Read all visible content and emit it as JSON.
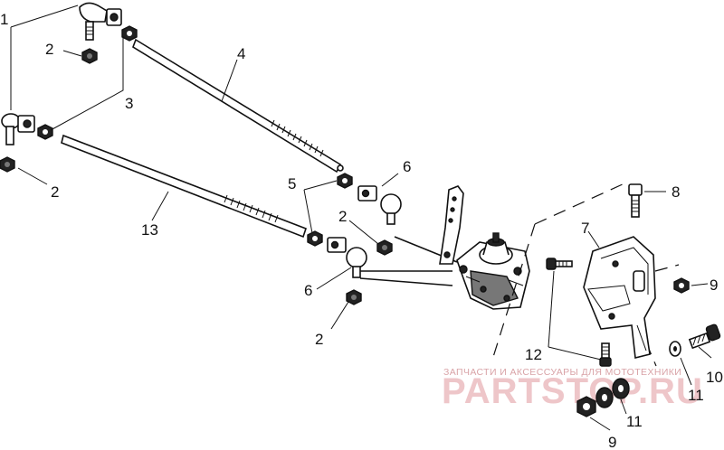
{
  "callouts": {
    "c1": "1",
    "c2a": "2",
    "c2b": "2",
    "c2c": "2",
    "c2d": "2",
    "c3": "3",
    "c4": "4",
    "c5": "5",
    "c6a": "6",
    "c6b": "6",
    "c7": "7",
    "c8": "8",
    "c9a": "9",
    "c9b": "9",
    "c10": "10",
    "c11a": "11",
    "c11b": "11",
    "c12": "12",
    "c13": "13"
  },
  "watermark": {
    "caption": "ЗАПЧАСТИ И АКСЕССУАРЫ ДЛЯ МОТОТЕХНИКИ",
    "brand": "PARTSTOP.RU"
  },
  "colors": {
    "line": "#111111",
    "watermark": "#eec6c9"
  }
}
